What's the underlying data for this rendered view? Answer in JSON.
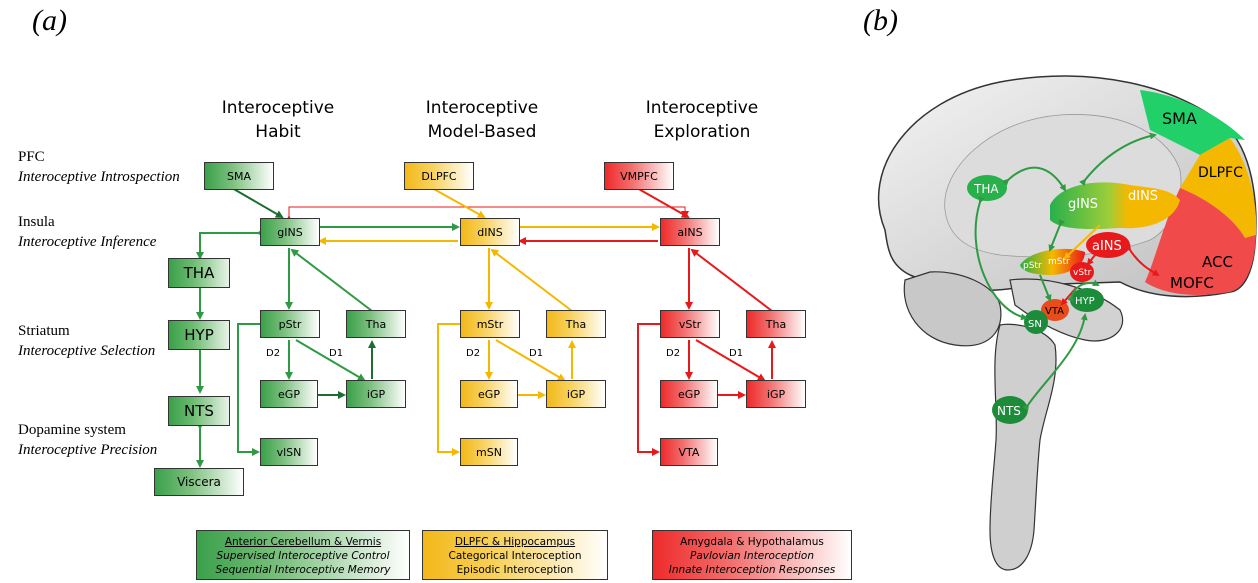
{
  "panels": {
    "a": "(a)",
    "b": "(b)"
  },
  "rows": [
    {
      "title": "PFC",
      "subtitle": "Interoceptive Introspection"
    },
    {
      "title": "Insula",
      "subtitle": "Interoceptive Inference"
    },
    {
      "title": "Striatum",
      "subtitle": "Interoceptive Selection"
    },
    {
      "title": "Dopamine system",
      "subtitle": "Interoceptive Precision"
    }
  ],
  "columns": [
    {
      "line1": "Interoceptive",
      "line2": "Habit"
    },
    {
      "line1": "Interoceptive",
      "line2": "Model-Based"
    },
    {
      "line1": "Interoceptive",
      "line2": "Exploration"
    }
  ],
  "left_chain": [
    "THA",
    "HYP",
    "NTS",
    "Viscera"
  ],
  "boxes": {
    "habit": {
      "pfc": "SMA",
      "ins": "gINS",
      "str": "pStr",
      "tha": "Tha",
      "egp": "eGP",
      "igp": "iGP",
      "da": "vlSN"
    },
    "model": {
      "pfc": "DLPFC",
      "ins": "dINS",
      "str": "mStr",
      "tha": "Tha",
      "egp": "eGP",
      "igp": "iGP",
      "da": "mSN"
    },
    "explore": {
      "pfc": "VMPFC",
      "ins": "aINS",
      "str": "vStr",
      "tha": "Tha",
      "egp": "eGP",
      "igp": "iGP",
      "da": "VTA"
    }
  },
  "pathway_labels": {
    "d2": "D2",
    "d1": "D1"
  },
  "legend": [
    {
      "title": "Anterior Cerebellum & Vermis",
      "line1": "Supervised Interoceptive Control",
      "line2": "Sequential Interoceptive Memory"
    },
    {
      "title": "DLPFC & Hippocampus",
      "line1": "Categorical Interoception",
      "line2": "Episodic Interoception"
    },
    {
      "title": "Amygdala & Hypothalamus",
      "line1": "Pavlovian Interoception",
      "line2": "Innate Interoception Responses"
    }
  ],
  "brain_labels": {
    "sma": "SMA",
    "dlpfc": "DLPFC",
    "acc": "ACC",
    "mofc": "MOFC",
    "gins": "gINS",
    "dins": "dINS",
    "ains": "aINS",
    "tha": "THA",
    "pstr": "pStr",
    "mstr": "mStr",
    "vstr": "vStr",
    "vta": "VTA",
    "sn": "SN",
    "hyp": "HYP",
    "nts": "NTS"
  },
  "colors": {
    "green": "#2e9a44",
    "yellow": "#f5b800",
    "red": "#e8191a",
    "dark_green": "#1d6e2e"
  }
}
